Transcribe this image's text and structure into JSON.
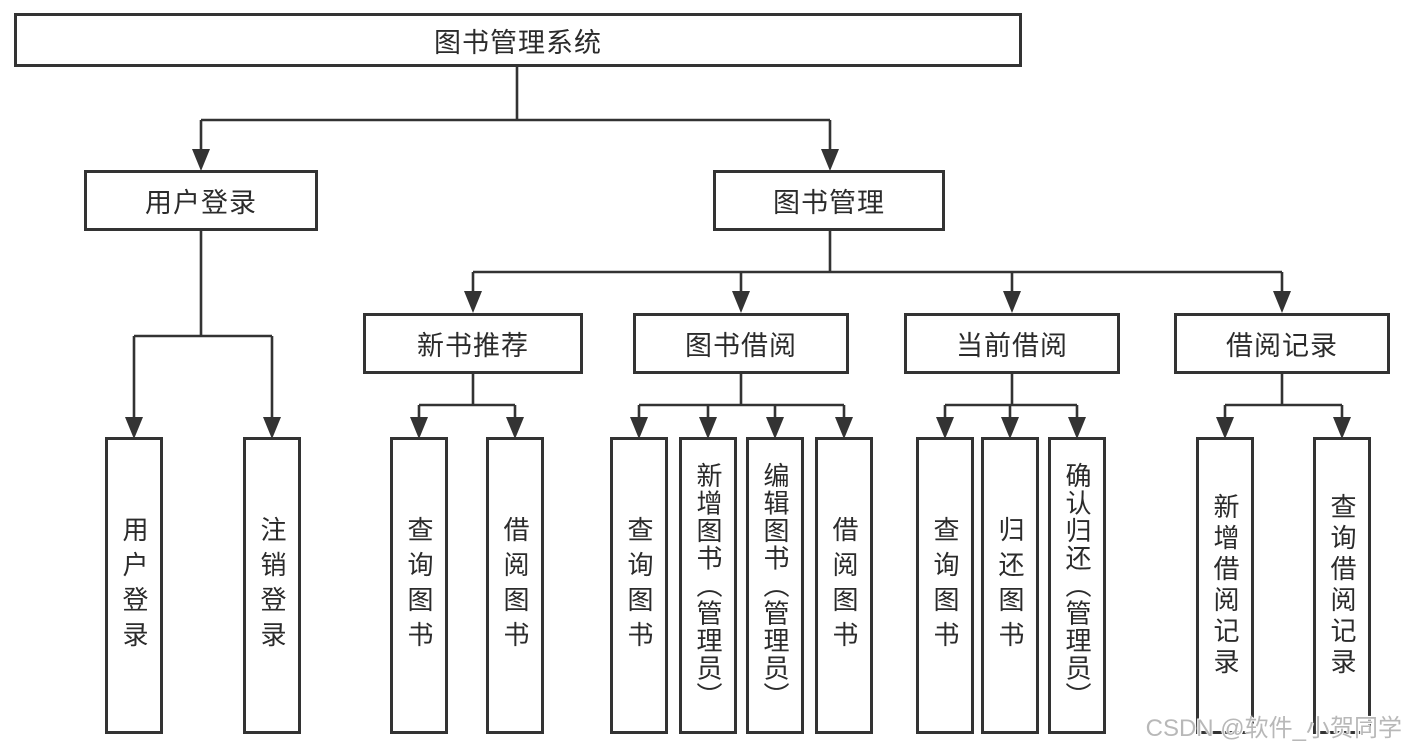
{
  "tree": {
    "label": "图书管理系统",
    "children": [
      {
        "label": "用户登录",
        "children": [
          {
            "label": "用户登录"
          },
          {
            "label": "注销登录"
          }
        ]
      },
      {
        "label": "图书管理",
        "children": [
          {
            "label": "新书推荐",
            "children": [
              {
                "label": "查询图书"
              },
              {
                "label": "借阅图书"
              }
            ]
          },
          {
            "label": "图书借阅",
            "children": [
              {
                "label": "查询图书"
              },
              {
                "label": "新增图书（管理员）"
              },
              {
                "label": "编辑图书（管理员）"
              },
              {
                "label": "借阅图书"
              }
            ]
          },
          {
            "label": "当前借阅",
            "children": [
              {
                "label": "查询图书"
              },
              {
                "label": "归还图书"
              },
              {
                "label": "确认归还（管理员）"
              }
            ]
          },
          {
            "label": "借阅记录",
            "children": [
              {
                "label": "新增借阅记录"
              },
              {
                "label": "查询借阅记录"
              }
            ]
          }
        ]
      }
    ]
  },
  "watermark": {
    "text": "CSDN @软件_小贺同学"
  },
  "colors": {
    "line": "#333333",
    "box_border": "#333333",
    "text": "#2b2b2b",
    "watermark": "#b8b8b8",
    "background": "#ffffff"
  }
}
